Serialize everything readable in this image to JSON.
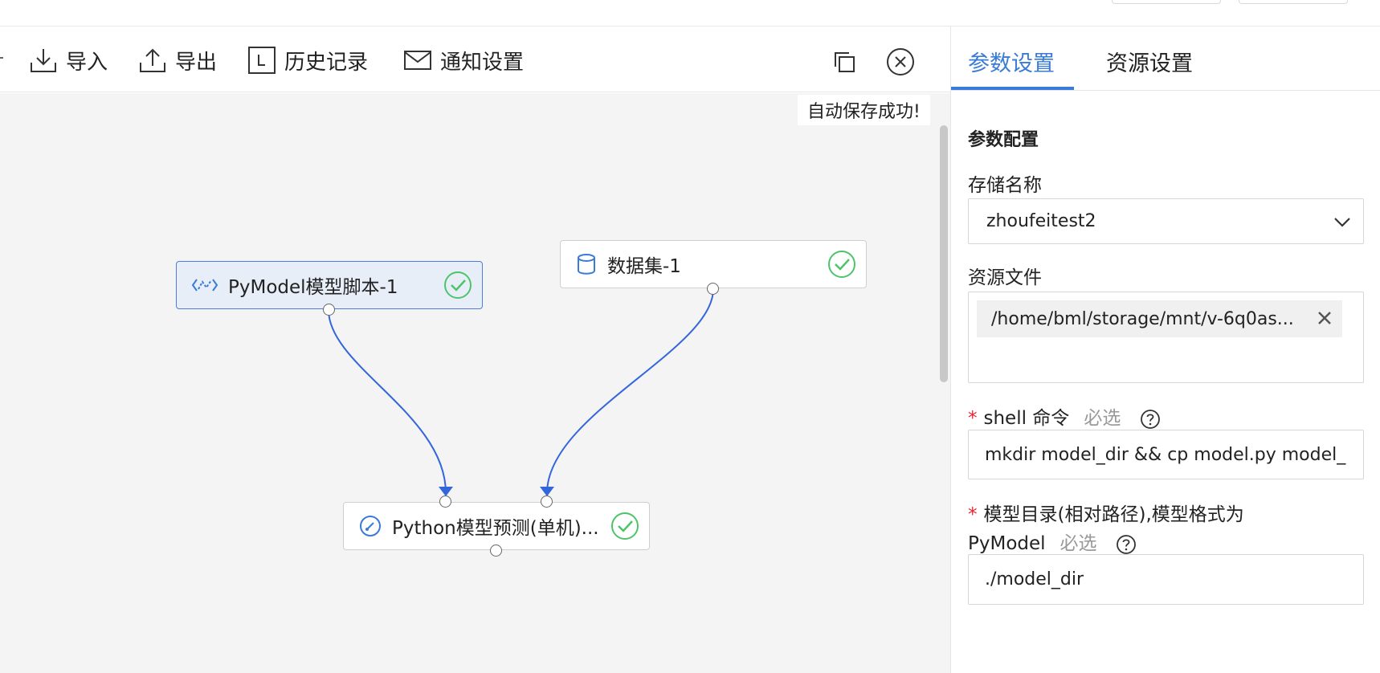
{
  "toolbar": {
    "import_label": "导入",
    "export_label": "导出",
    "history_label": "历史记录",
    "notify_label": "通知设置"
  },
  "toast": "自动保存成功!",
  "nodes": {
    "pymodel": "PyModel模型脚本-1",
    "dataset": "数据集-1",
    "predict": "Python模型预测(单机)..."
  },
  "panel": {
    "tabs": [
      "参数设置",
      "资源设置"
    ],
    "section_title": "参数配置",
    "storage_label": "存储名称",
    "storage_value": "zhoufeitest2",
    "resource_label": "资源文件",
    "resource_tag": "/home/bml/storage/mnt/v-6q0as...",
    "shell_label": "shell 命令",
    "required_hint": "必选",
    "shell_value": "mkdir model_dir && cp model.py model_",
    "model_dir_label_1": "模型目录(相对路径),模型格式为",
    "model_dir_label_2": "PyModel",
    "model_dir_value": "./model_dir"
  },
  "colors": {
    "accent": "#3a7bd5",
    "success": "#4cc56a",
    "edge": "#3366dd",
    "required": "#ee2233"
  }
}
